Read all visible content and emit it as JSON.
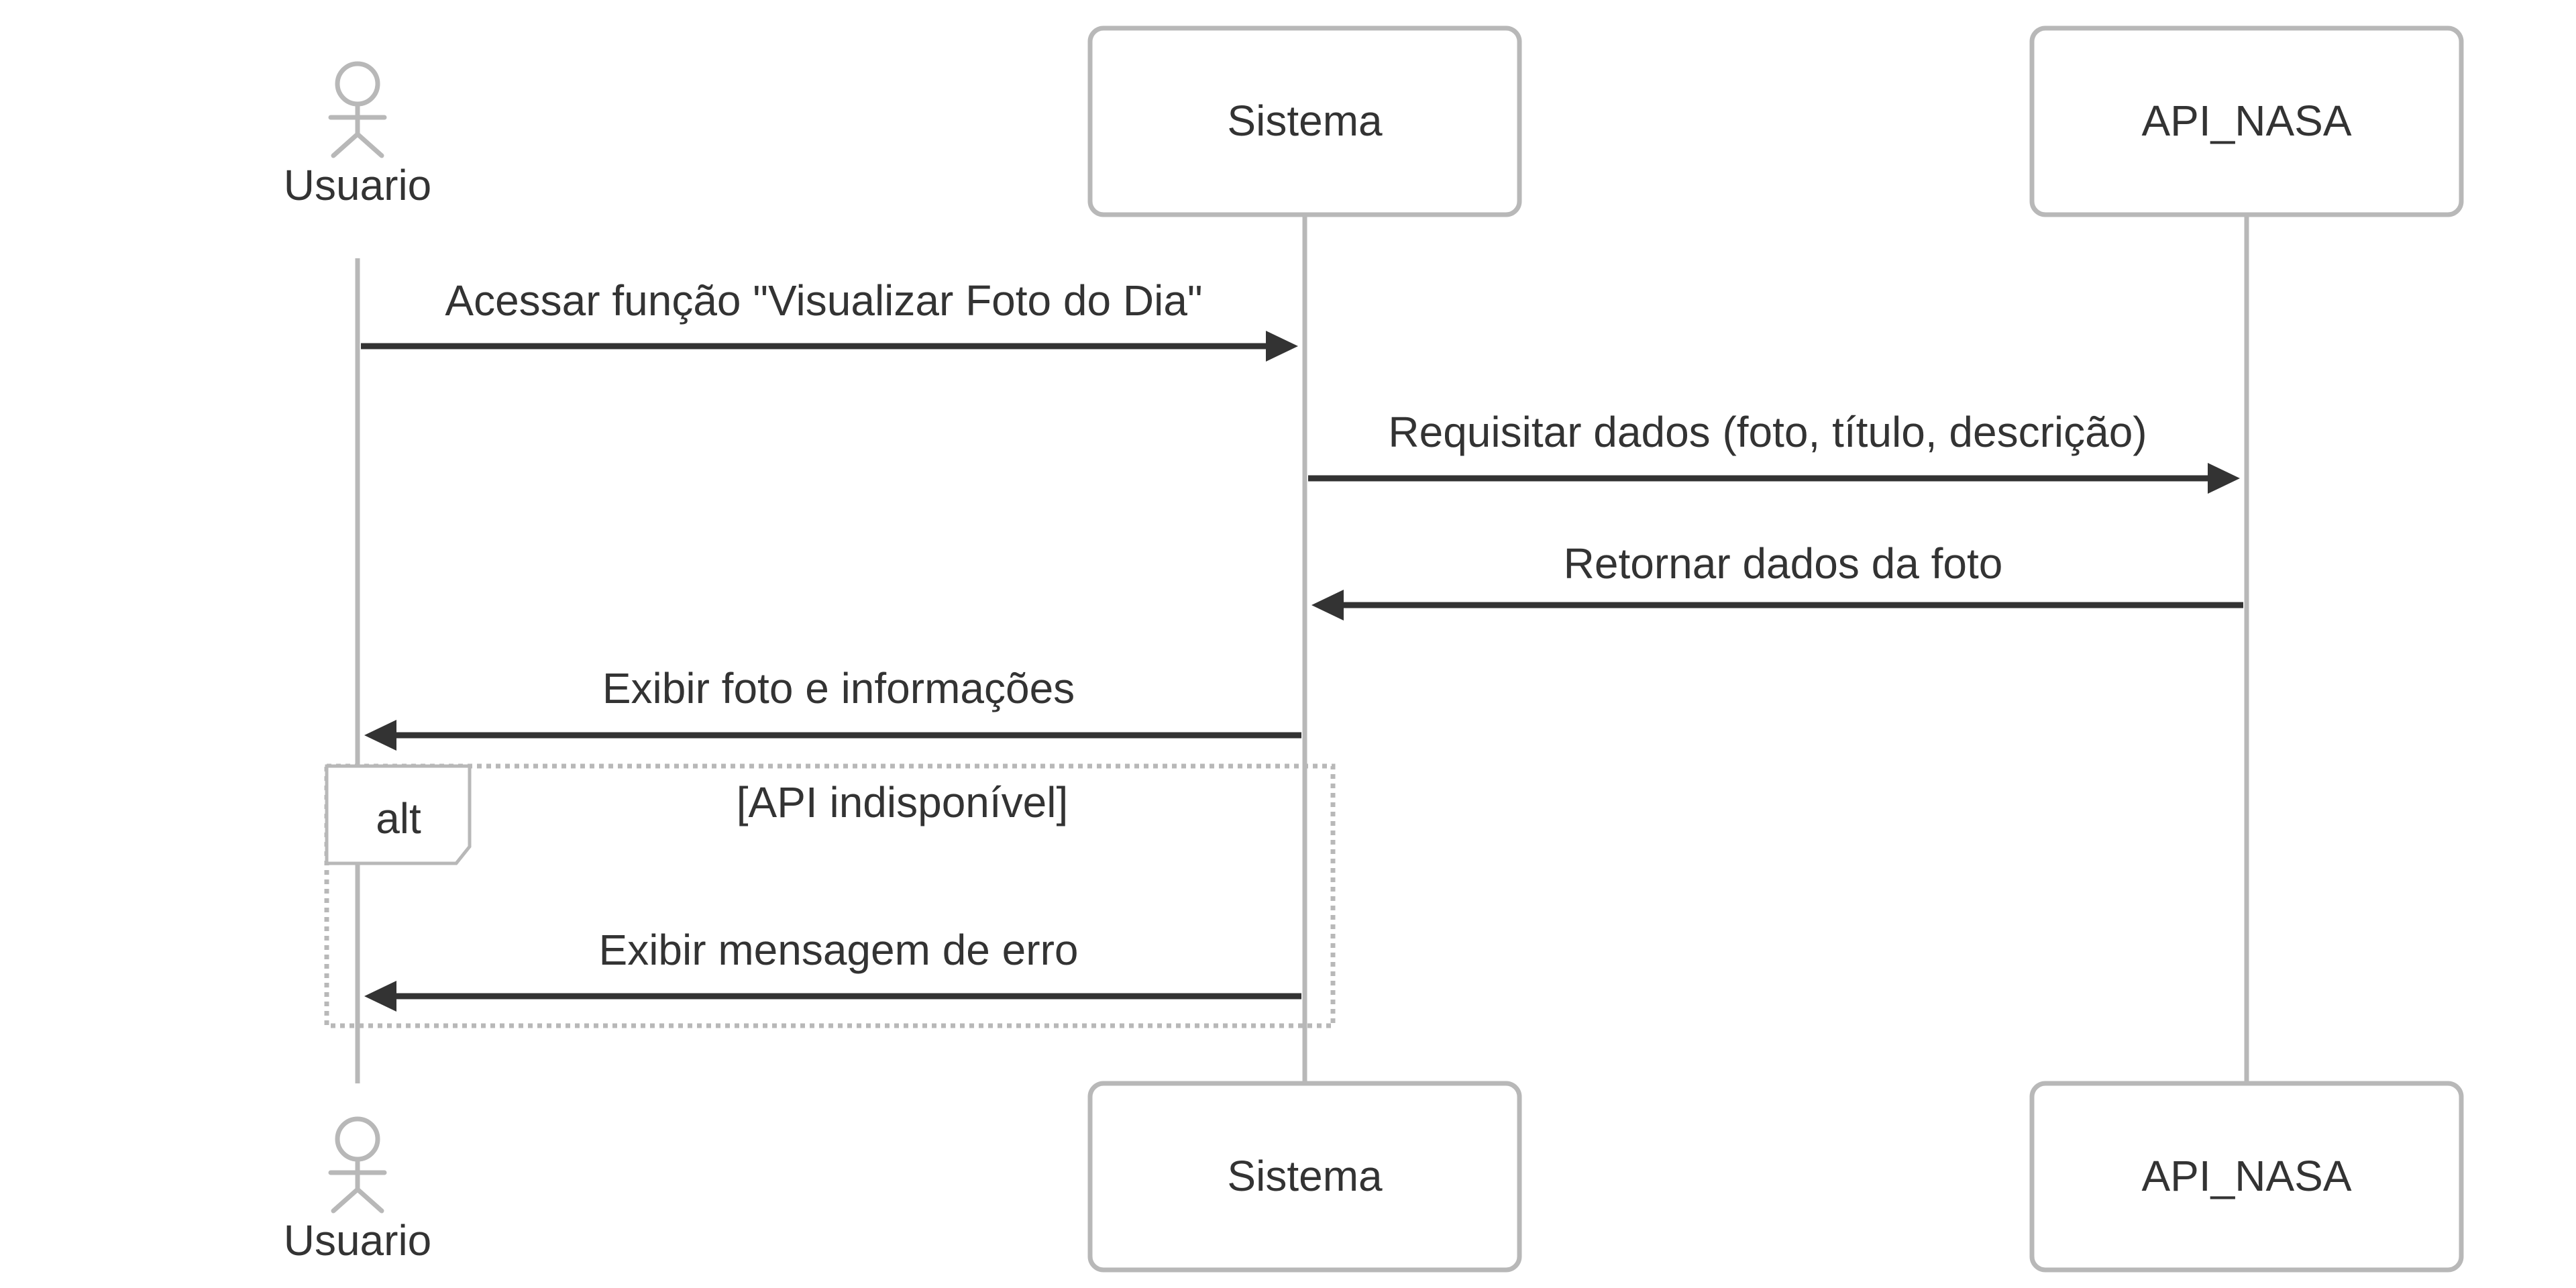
{
  "diagram": {
    "type": "sequence",
    "participants": [
      {
        "id": "usuario",
        "label": "Usuario",
        "kind": "actor"
      },
      {
        "id": "sistema",
        "label": "Sistema",
        "kind": "box"
      },
      {
        "id": "api",
        "label": "API_NASA",
        "kind": "box"
      }
    ],
    "messages": [
      {
        "label": "Acessar função \"Visualizar Foto do Dia\"",
        "from": "usuario",
        "to": "sistema"
      },
      {
        "label": "Requisitar dados (foto, título, descrição)",
        "from": "sistema",
        "to": "api"
      },
      {
        "label": "Retornar dados da foto",
        "from": "api",
        "to": "sistema"
      },
      {
        "label": "Exibir foto e informações",
        "from": "sistema",
        "to": "usuario"
      },
      {
        "label": "Exibir mensagem de erro",
        "from": "sistema",
        "to": "usuario"
      }
    ],
    "fragment": {
      "keyword": "alt",
      "guard": "[API indisponível]"
    },
    "colors": {
      "line": "#b8b8b8",
      "text": "#333333",
      "background": "#ffffff"
    }
  }
}
